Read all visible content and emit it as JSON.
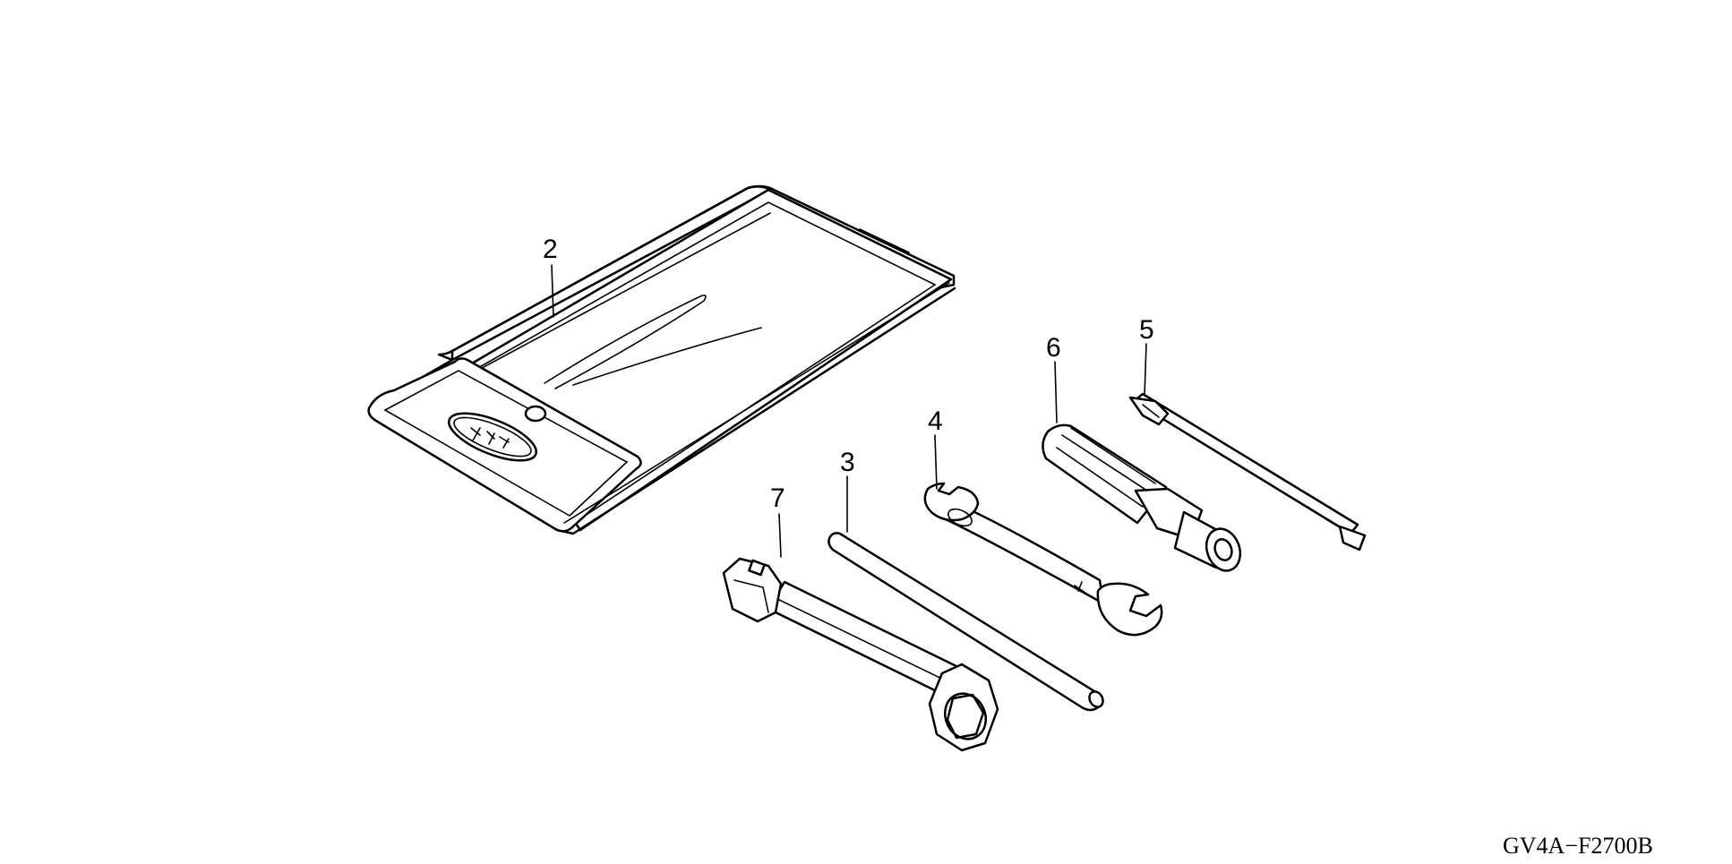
{
  "diagram_code": "GV4A−F2700B",
  "callouts": {
    "c2": "2",
    "c3": "3",
    "c4": "4",
    "c5": "5",
    "c6": "6",
    "c7": "7"
  },
  "parts": [
    {
      "ref": "2",
      "icon": "tool-bag-icon"
    },
    {
      "ref": "3",
      "icon": "tommy-bar-icon"
    },
    {
      "ref": "4",
      "icon": "open-end-wrench-icon"
    },
    {
      "ref": "5",
      "icon": "screwdriver-icon"
    },
    {
      "ref": "6",
      "icon": "screwdriver-grip-icon"
    },
    {
      "ref": "7",
      "icon": "plug-wrench-icon"
    }
  ]
}
